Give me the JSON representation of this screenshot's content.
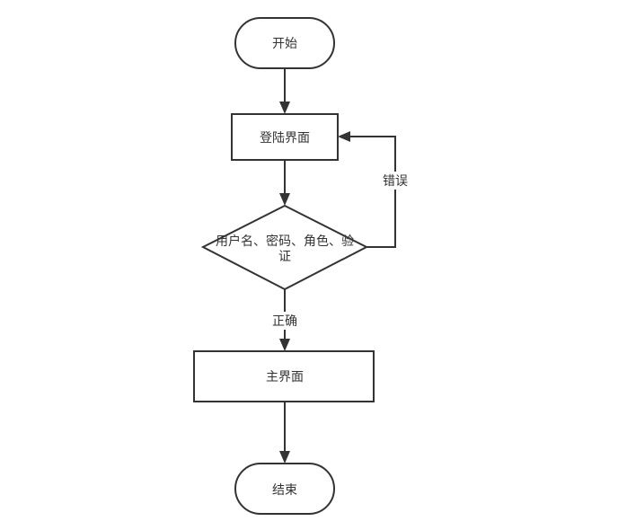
{
  "nodes": {
    "start": {
      "label": "开始"
    },
    "login": {
      "label": "登陆界面"
    },
    "verify": {
      "label_line1": "用户名、密码、角色、验",
      "label_line2": "证"
    },
    "main": {
      "label": "主界面"
    },
    "end": {
      "label": "结束"
    }
  },
  "edges": {
    "error": {
      "label": "错误"
    },
    "correct": {
      "label": "正确"
    }
  },
  "colors": {
    "stroke": "#333333",
    "fill": "#ffffff",
    "text": "#333333"
  }
}
